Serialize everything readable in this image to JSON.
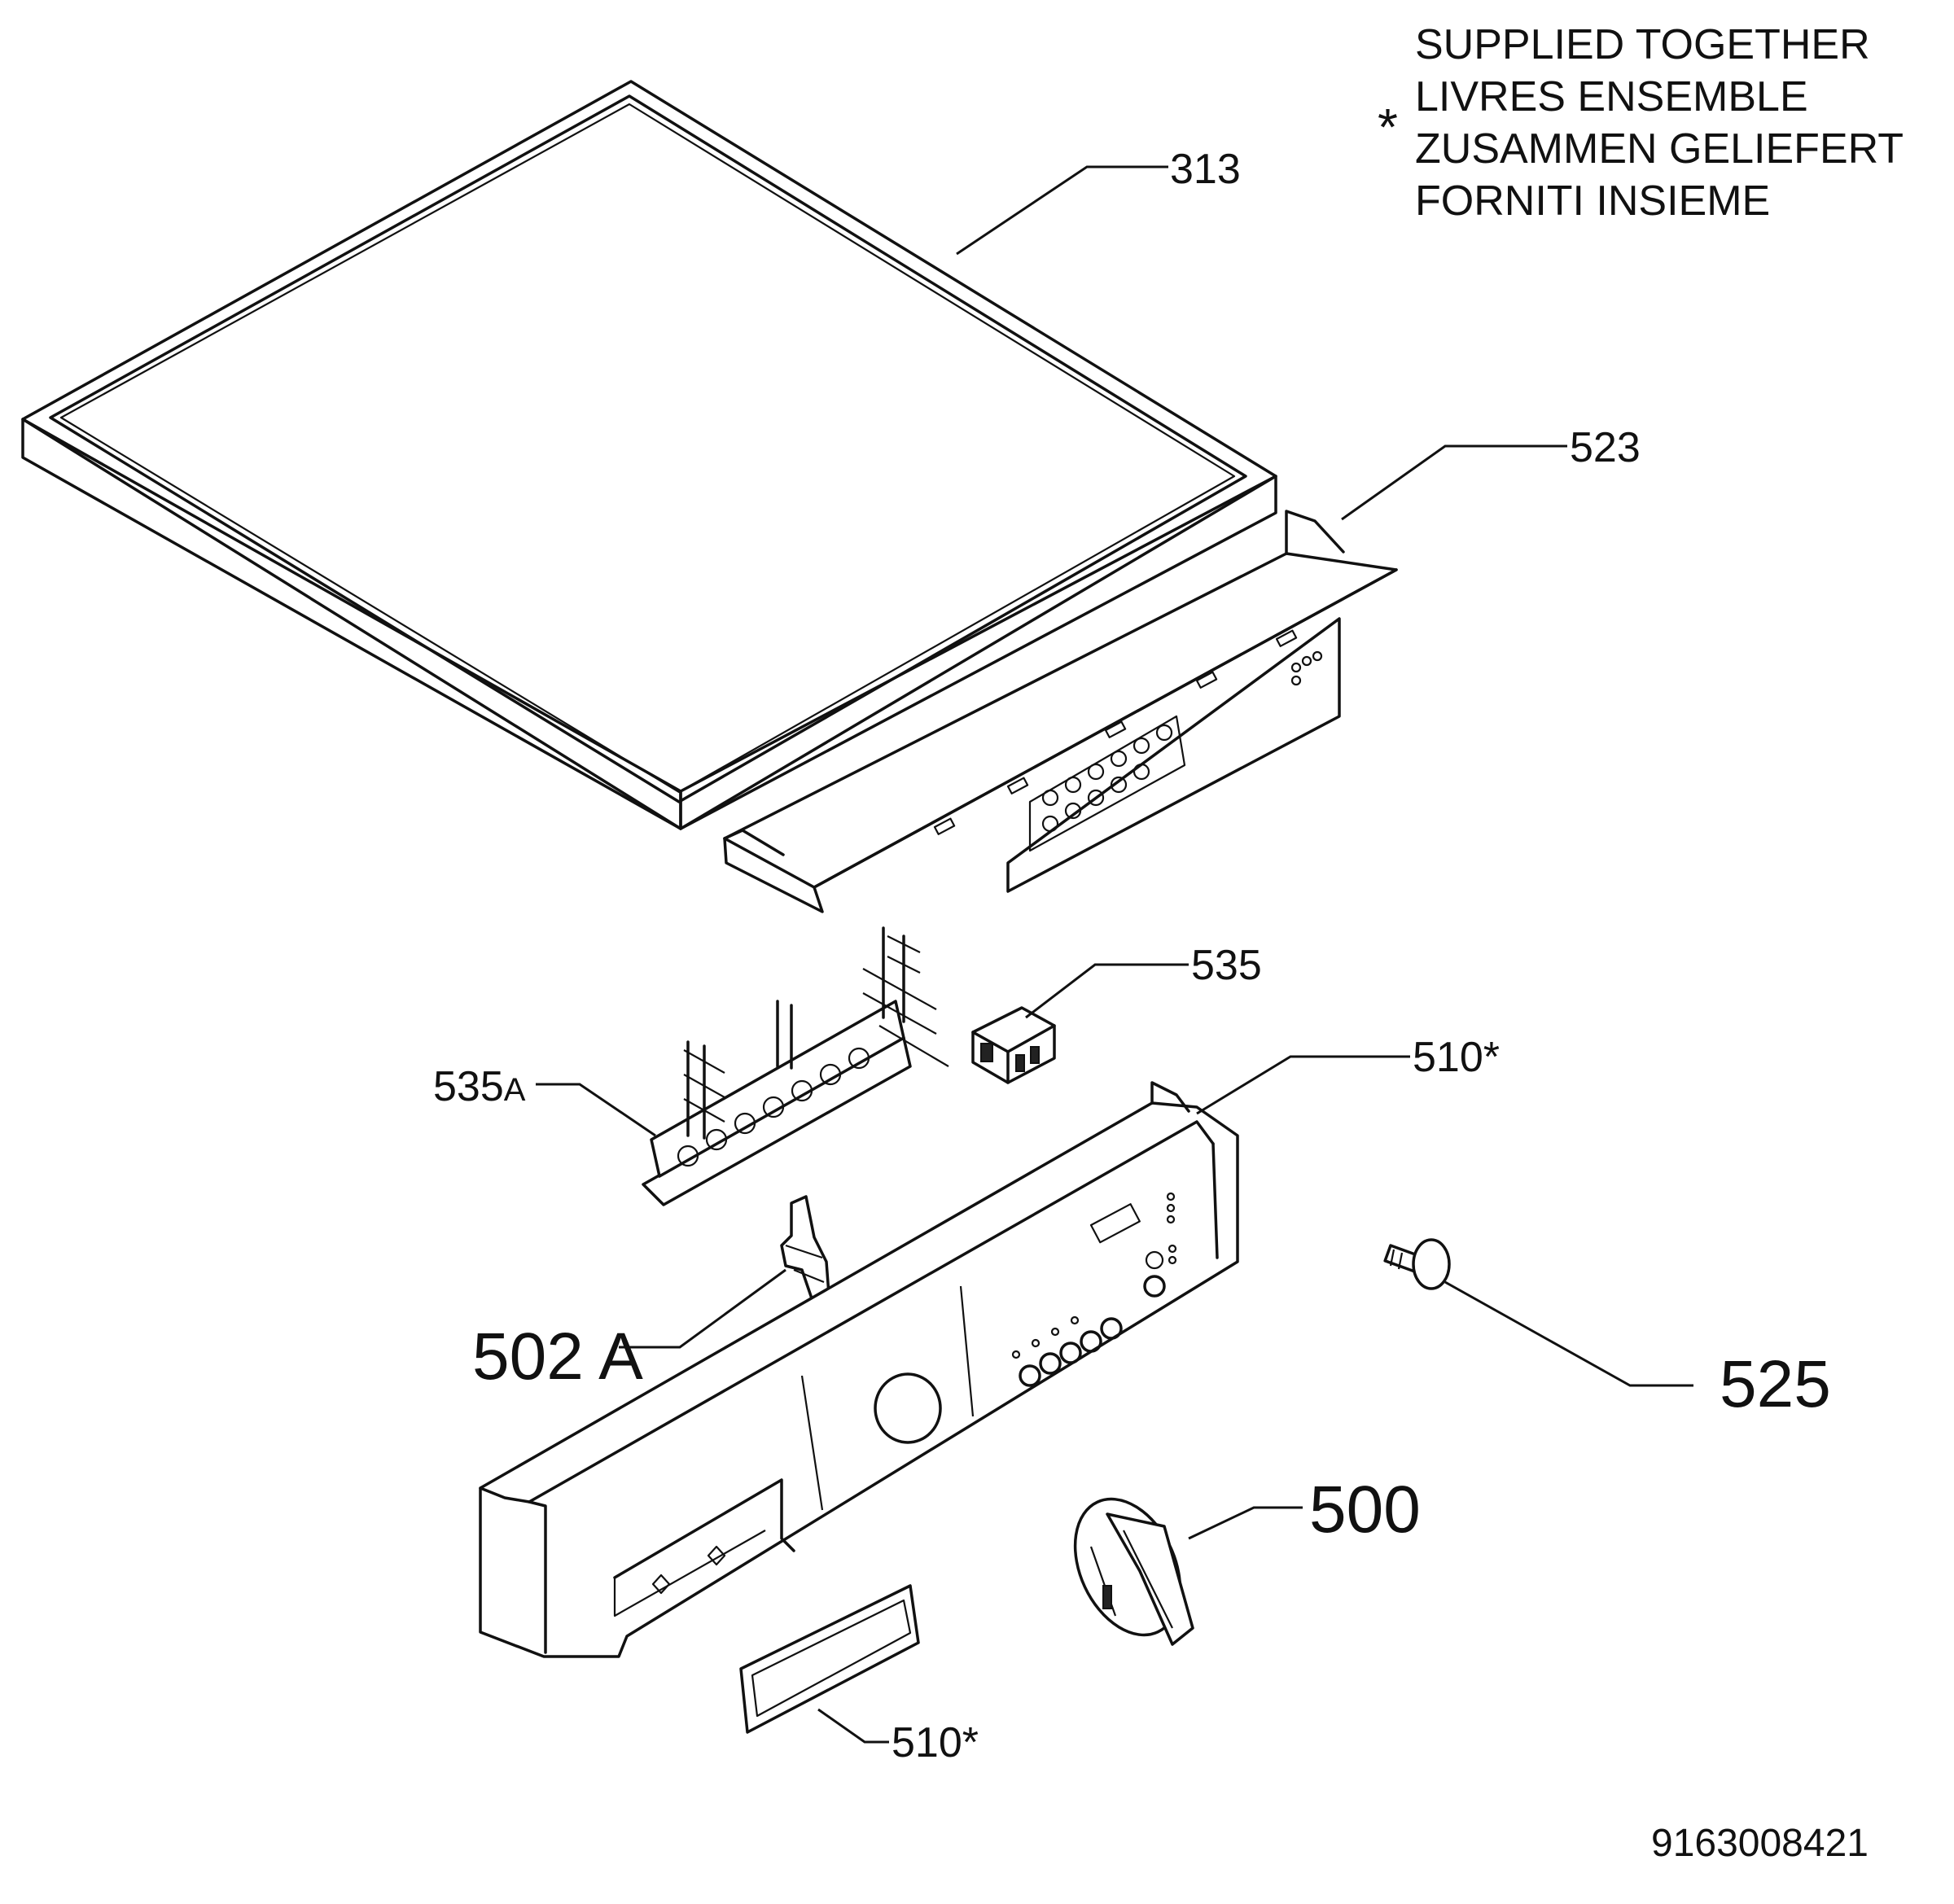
{
  "note": {
    "symbol": "*",
    "lines": [
      "SUPPLIED TOGETHER",
      "LIVRES ENSEMBLE",
      "ZUSAMMEN GELIEFERT",
      "FORNITI INSIEME"
    ]
  },
  "parts": {
    "p313": "313",
    "p523": "523",
    "p535": "535",
    "p535a_num": "535",
    "p535a_suffix": "A",
    "p510_top": "510*",
    "p502a": "502 A",
    "p525": "525",
    "p500": "500",
    "p510_bottom": "510*"
  },
  "drawing_number": "9163008421"
}
